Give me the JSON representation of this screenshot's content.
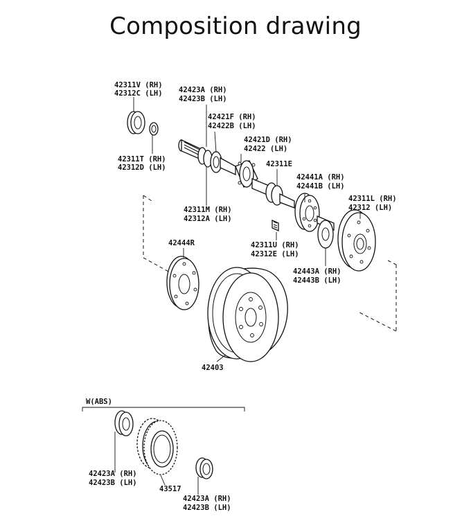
{
  "title": "Composition drawing",
  "parts": {
    "p42311V": "42311V (RH)",
    "p42312C": "42312C (LH)",
    "p42423A_top": "42423A (RH)",
    "p42423B_top": "42423B (LH)",
    "p42421F": "42421F (RH)",
    "p42422B": "42422B (LH)",
    "p42421D": "42421D (RH)",
    "p42422": "42422 (LH)",
    "p42311E": "42311E",
    "p42311T": "42311T (RH)",
    "p42312D": "42312D (LH)",
    "p42441A": "42441A (RH)",
    "p42441B": "42441B (LH)",
    "p42311L": "42311L (RH)",
    "p42312": "42312 (LH)",
    "p42311M": "42311M (RH)",
    "p42312A": "42312A (LH)",
    "p42444R": "42444R",
    "p42311U": "42311U (RH)",
    "p42312E": "42312E (LH)",
    "p42443A": "42443A (RH)",
    "p42443B": "42443B (LH)",
    "p42403": "42403",
    "abs_header": "W(ABS)",
    "p42423A_l": "42423A (RH)",
    "p42423B_l": "42423B (LH)",
    "p43517": "43517",
    "p42423A_r": "42423A (RH)",
    "p42423B_r": "42423B (LH)"
  }
}
